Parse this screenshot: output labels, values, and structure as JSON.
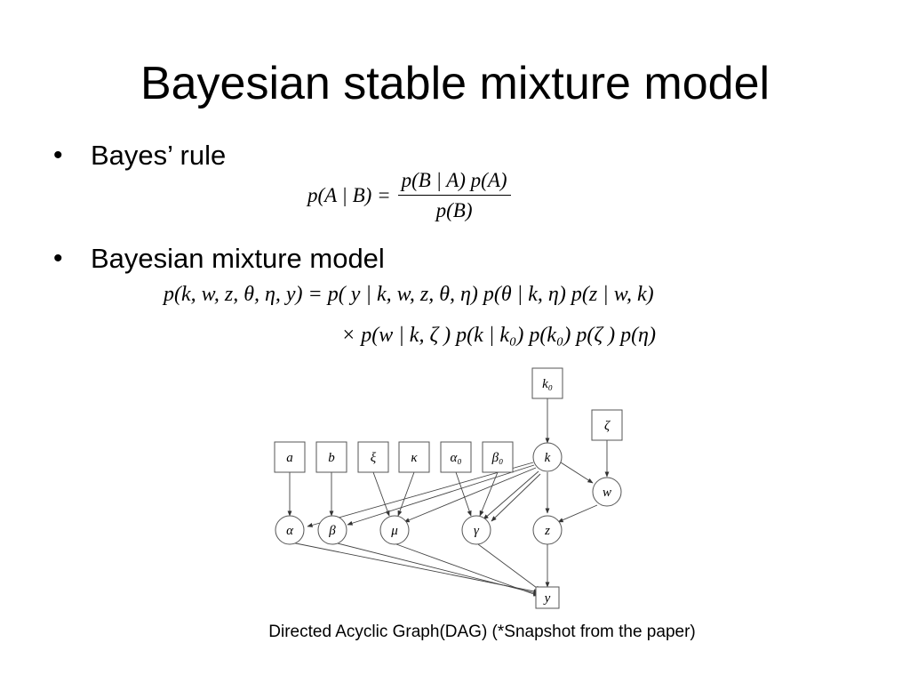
{
  "slide": {
    "title": "Bayesian stable mixture model",
    "bullets": [
      {
        "symbol": "•",
        "label": "Bayes’ rule"
      },
      {
        "symbol": "•",
        "label": "Bayesian mixture model"
      }
    ],
    "caption": "Directed Acyclic Graph(DAG)  (*Snapshot from the paper)"
  },
  "equations": {
    "bayes": {
      "lhs": "p(A | B) =",
      "numerator": "p(B | A) p(A)",
      "denominator": "p(B)"
    },
    "mixture": {
      "line1": "p(k, w, z, θ, η, y) = p( y | k, w, z, θ, η) p(θ | k, η) p(z | w, k)",
      "line2": "× p(w | k, ζ ) p(k | k₀) p(k₀) p(ζ ) p(η)"
    }
  },
  "dag": {
    "nodes": {
      "k0": "k₀",
      "zeta": "ζ",
      "a": "a",
      "b": "b",
      "xi": "ξ",
      "kappa": "κ",
      "alpha0": "α₀",
      "beta0": "β₀",
      "k": "k",
      "w": "w",
      "alpha": "α",
      "beta": "β",
      "mu": "μ",
      "gamma": "γ",
      "z": "z",
      "y": "y"
    }
  }
}
